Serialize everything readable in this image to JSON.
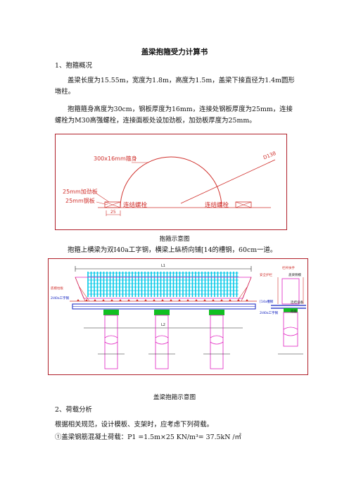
{
  "doc": {
    "title": "盖梁抱箍受力计算书",
    "sec1_heading": "1、抱箍概况",
    "para1": "盖梁长度为15.55m，宽度为1.8m，高度为1.5m，盖梁下接直径为1.4m圆形墩柱。",
    "para2": "抱箍箍身高度为30cm，钢板厚度为16mm，连接处钢板厚度为25mm，连接螺栓为M30高强螺栓，连接面板处设加劲板，加劲板厚度为25mm。",
    "fig1_caption": "抱箍示意图",
    "para3": "抱箍上横梁为双I40a工字钢，横梁上纵桥向铺[14的槽钢，60cm一道。",
    "fig2_caption": "盖梁抱箍示意图",
    "sec2_heading": "2、荷载分析",
    "para4": "根据相关规范，设计模板、支架时，应考虑下列荷载。",
    "para5": "①盖梁钢筋混凝土荷载：P1 =1.5m×25 KN/m³= 37.5kN /㎡"
  },
  "fig1": {
    "label_hoop": "300x16mm箍身",
    "label_diameter": "D138",
    "label_stiffener": "25mm加劲板",
    "label_plate": "25mm钢板",
    "label_bolt_left": "连结螺栓",
    "label_bolt_right": "连结螺栓",
    "label_dim": "25"
  },
  "fig2": {
    "label_L1": "L1",
    "label_L2": "L2",
    "label_left_top": "底模柱板",
    "label_left_beam": "2I40a工字钢",
    "label_rail": "栏杆扶手",
    "label_safety": "安全护栏",
    "label_formwork": "盖梁侧模",
    "label_channel": "[14a槽钢",
    "label_beam2": "2I40a工字钢",
    "label_connect": "连结设备",
    "label_hoop": "抱箍"
  },
  "colors": {
    "red": "#d0302c",
    "magenta": "#e020c0",
    "cyan": "#00c8e8",
    "green": "#10c020",
    "blue": "#1020c0"
  }
}
